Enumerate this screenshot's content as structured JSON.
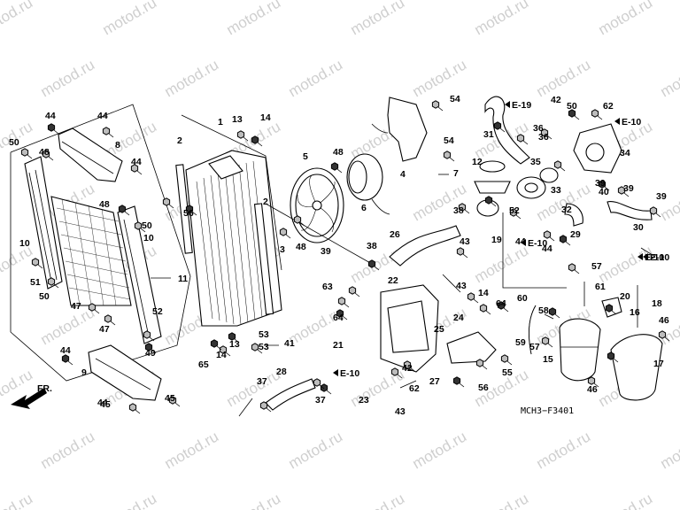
{
  "watermark": "motod.ru",
  "diagram_code": "MCH3−F3401",
  "front_label": "FR.",
  "refs": [
    "E-19",
    "E-10",
    "E-10",
    "E-10",
    "E-10",
    "E-10"
  ],
  "callouts": [
    "1",
    "2",
    "2",
    "3",
    "4",
    "5",
    "6",
    "7",
    "8",
    "9",
    "10",
    "10",
    "11",
    "12",
    "13",
    "13",
    "14",
    "14",
    "14",
    "15",
    "16",
    "17",
    "18",
    "19",
    "20",
    "21",
    "22",
    "23",
    "24",
    "25",
    "26",
    "27",
    "28",
    "29",
    "30",
    "31",
    "32",
    "33",
    "34",
    "35",
    "36",
    "36",
    "37",
    "37",
    "38",
    "38",
    "39",
    "39",
    "39",
    "39",
    "40",
    "41",
    "42",
    "42",
    "43",
    "43",
    "43",
    "44",
    "44",
    "44",
    "44",
    "44",
    "44",
    "44",
    "45",
    "45",
    "46",
    "46",
    "47",
    "47",
    "48",
    "48",
    "48",
    "48",
    "49",
    "50",
    "50",
    "50",
    "50",
    "51",
    "52",
    "52",
    "53",
    "53",
    "54",
    "54",
    "55",
    "56",
    "56",
    "57",
    "57",
    "58",
    "59",
    "60",
    "61",
    "62",
    "62",
    "63",
    "64",
    "64",
    "65"
  ]
}
